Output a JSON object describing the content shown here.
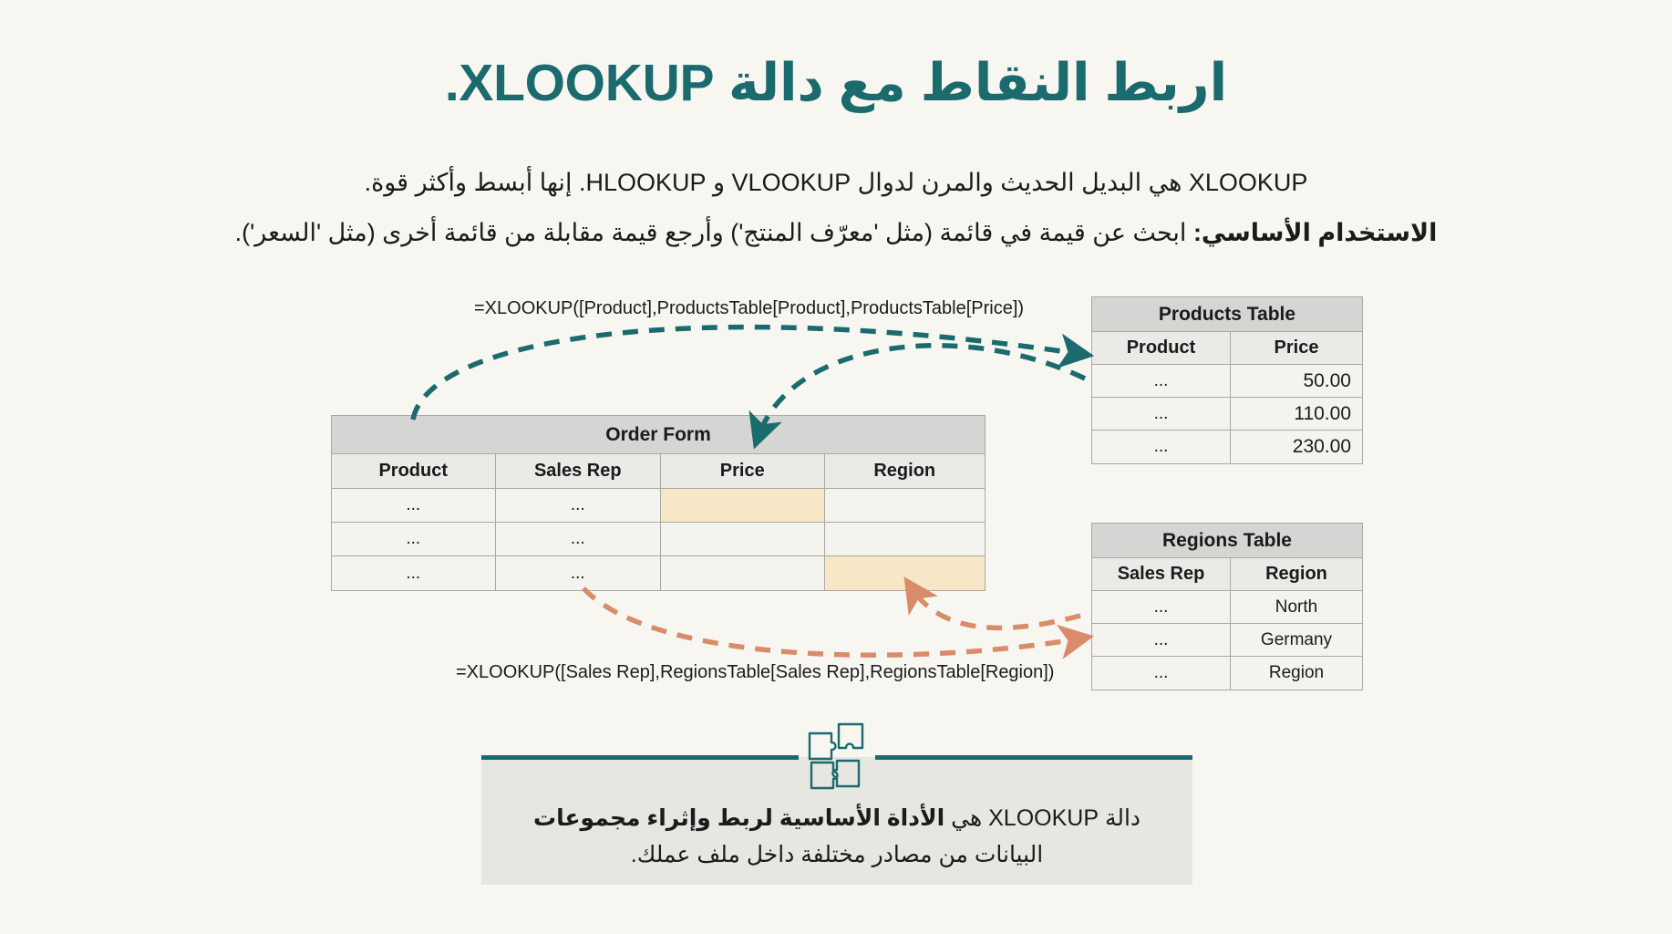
{
  "page": {
    "background_color": "#f7f6f1",
    "accent_teal": "#1a6a6e",
    "accent_orange": "#d98c6a",
    "highlight_color": "#f8e7c7"
  },
  "header": {
    "title": "اربط النقاط مع دالة XLOOKUP.",
    "subtitle_1": "XLOOKUP هي البديل الحديث والمرن لدوال VLOOKUP و HLOOKUP. إنها أبسط وأكثر قوة.",
    "subtitle_2_label": "الاستخدام الأساسي:",
    "subtitle_2_rest": " ابحث عن قيمة في قائمة (مثل 'معرّف المنتج') وأرجع قيمة مقابلة من قائمة أخرى (مثل 'السعر')."
  },
  "formulas": {
    "top": "=XLOOKUP([Product],ProductsTable[Product],ProductsTable[Price])",
    "bottom": "=XLOOKUP([Sales Rep],RegionsTable[Sales Rep],RegionsTable[Region])"
  },
  "order_form": {
    "title": "Order Form",
    "columns": [
      "Product",
      "Sales Rep",
      "Price",
      "Region"
    ],
    "rows": [
      [
        "...",
        "...",
        "",
        ""
      ],
      [
        "...",
        "...",
        "",
        ""
      ],
      [
        "...",
        "...",
        "",
        ""
      ]
    ],
    "highlighted_cells": [
      [
        0,
        2
      ],
      [
        2,
        3
      ]
    ]
  },
  "products_table": {
    "title": "Products Table",
    "columns": [
      "Product",
      "Price"
    ],
    "rows": [
      [
        "...",
        "50.00"
      ],
      [
        "...",
        "110.00"
      ],
      [
        "...",
        "230.00"
      ]
    ]
  },
  "regions_table": {
    "title": "Regions Table",
    "columns": [
      "Sales Rep",
      "Region"
    ],
    "rows": [
      [
        "...",
        "North"
      ],
      [
        "...",
        "Germany"
      ],
      [
        "...",
        "Region"
      ]
    ]
  },
  "arrows": {
    "teal_count": 2,
    "orange_count": 2,
    "teal_color": "#1a6a6e",
    "orange_color": "#d98c6a",
    "style": "dashed-curved"
  },
  "footer": {
    "icon": "puzzle-icon",
    "line1_pre": "دالة XLOOKUP هي ",
    "line1_bold": "الأداة الأساسية لربط وإثراء مجموعات",
    "line2": "البيانات من مصادر مختلفة داخل ملف عملك."
  }
}
